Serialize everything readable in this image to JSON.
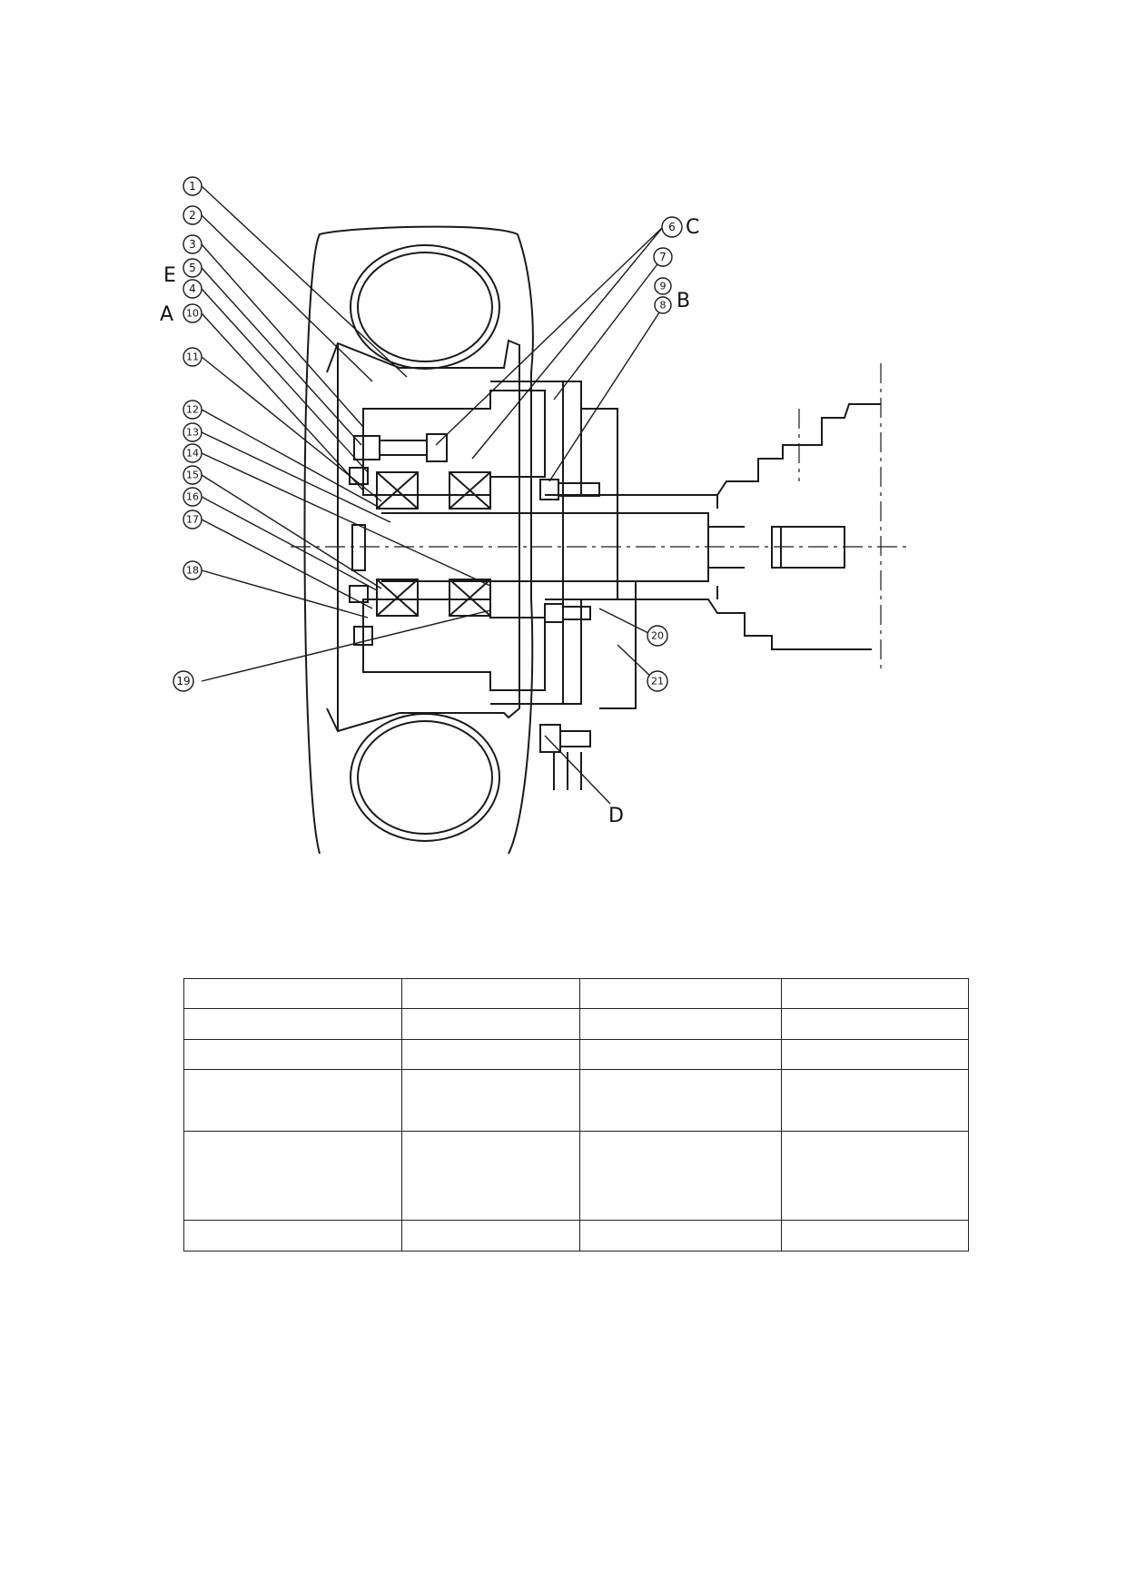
{
  "callouts": [
    {
      "id": "1",
      "label": "1"
    },
    {
      "id": "2",
      "label": "2"
    },
    {
      "id": "3",
      "label": "3"
    },
    {
      "id": "5",
      "label": "5"
    },
    {
      "id": "4",
      "label": "4"
    },
    {
      "id": "10",
      "label": "10"
    },
    {
      "id": "11",
      "label": "11"
    },
    {
      "id": "12",
      "label": "12"
    },
    {
      "id": "13",
      "label": "13"
    },
    {
      "id": "14",
      "label": "14"
    },
    {
      "id": "15",
      "label": "15"
    },
    {
      "id": "16",
      "label": "16"
    },
    {
      "id": "17",
      "label": "17"
    },
    {
      "id": "18",
      "label": "18"
    },
    {
      "id": "19",
      "label": "19"
    },
    {
      "id": "6",
      "label": "6"
    },
    {
      "id": "7",
      "label": "7"
    },
    {
      "id": "9",
      "label": "9"
    },
    {
      "id": "8",
      "label": "8"
    },
    {
      "id": "20",
      "label": "20"
    },
    {
      "id": "21",
      "label": "21"
    }
  ],
  "letters": {
    "A": "A",
    "B": "B",
    "C": "C",
    "D": "D",
    "E": "E"
  },
  "table": {
    "rows": [
      [
        "",
        "",
        "",
        ""
      ],
      [
        "",
        "",
        "",
        ""
      ],
      [
        "",
        "",
        "",
        ""
      ],
      [
        "",
        "",
        "",
        ""
      ],
      [
        "",
        "",
        "",
        ""
      ],
      [
        "",
        "",
        "",
        ""
      ]
    ]
  }
}
